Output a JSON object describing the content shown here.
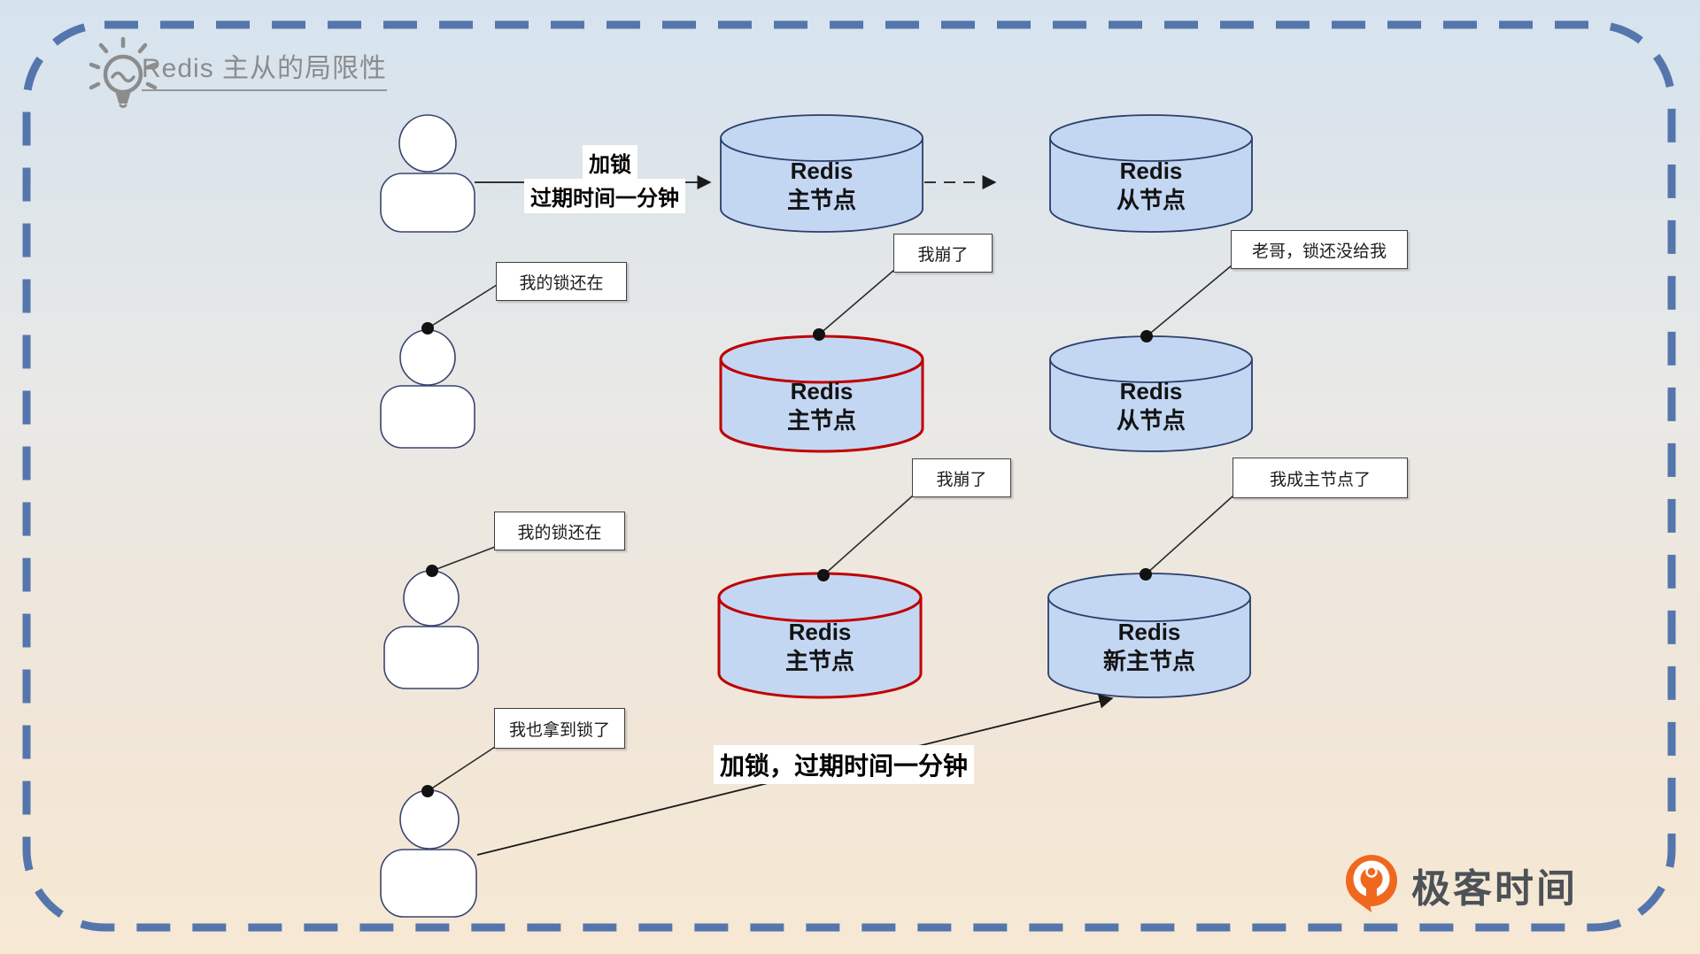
{
  "title": {
    "text": "Redis 主从的局限性"
  },
  "colors": {
    "border": "#5576ac",
    "cylinder_fill": "#c3d7f3",
    "cylinder_stroke": "#2c3e6b",
    "crashed_stroke": "#c00000",
    "title_gray": "#8c8c8c",
    "logo_orange": "#f0681e",
    "logo_text_color": "#4c5257"
  },
  "row1": {
    "lock_line1": "加锁",
    "lock_line2": "过期时间一分钟",
    "master": {
      "line1": "Redis",
      "line2": "主节点"
    },
    "slave": {
      "line1": "Redis",
      "line2": "从节点"
    }
  },
  "row2": {
    "user_callout": "我的锁还在",
    "master_callout": "我崩了",
    "slave_callout": "老哥，锁还没给我",
    "master": {
      "line1": "Redis",
      "line2": "主节点"
    },
    "slave": {
      "line1": "Redis",
      "line2": "从节点"
    }
  },
  "row3": {
    "user_callout": "我的锁还在",
    "master_callout": "我崩了",
    "new_master_callout": "我成主节点了",
    "master": {
      "line1": "Redis",
      "line2": "主节点"
    },
    "new_master": {
      "line1": "Redis",
      "line2": "新主节点"
    }
  },
  "row4": {
    "user_callout": "我也拿到锁了",
    "lock_label": "加锁，过期时间一分钟"
  },
  "footer": {
    "brand": "极客时间"
  }
}
